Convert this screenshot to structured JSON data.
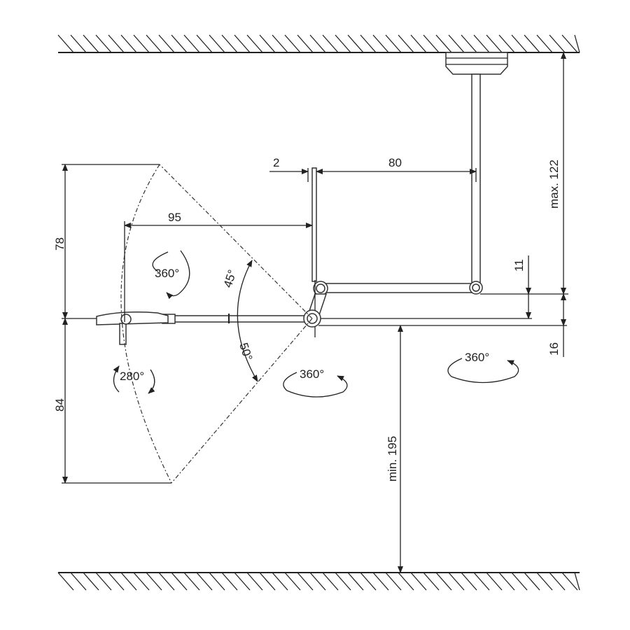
{
  "dimensions": {
    "offset": "2",
    "arm_upper": "80",
    "arm_lower": "95",
    "height_up": "78",
    "height_down": "84",
    "ceiling_max": "max. 122",
    "joint_offset": "11",
    "arm_drop": "16",
    "floor_min": "min. 195"
  },
  "angles": {
    "up": "45°",
    "down": "50°",
    "head_rotation": "360°",
    "handle_rotation": "280°",
    "joint_rotation": "360°",
    "pole_rotation": "360°"
  }
}
